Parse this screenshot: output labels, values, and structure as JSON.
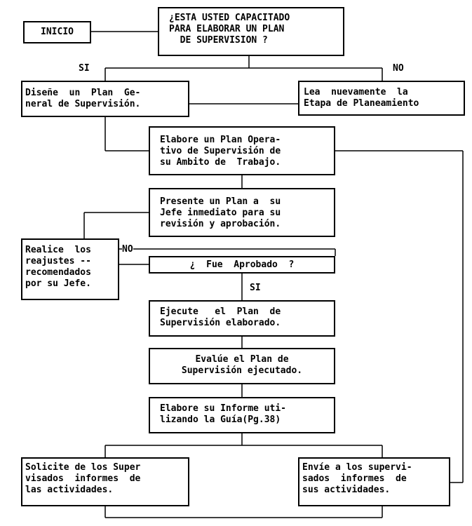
{
  "nodes": {
    "start": "INICIO",
    "question_trained": "¿ESTA USTED CAPACITADO\nPARA ELABORAR UN PLAN\n  DE SUPERVISION ?",
    "design_plan": "Diseñe  un  Plan  Ge-\nneral de Supervisión.",
    "reread": "Lea  nuevamente  la\nEtapa de Planeamiento",
    "operative_plan": "Elabore un Plan Opera-\ntivo de Supervisión de\nsu Ambito de  Trabajo.",
    "present_plan": "Presente un Plan a  su\nJefe inmediato para su\nrevisión y aprobación.",
    "readjust": "Realice  los\nreajustes --\nrecomendados\npor su Jefe.",
    "question_approved": "¿  Fue  Aprobado  ?",
    "execute_plan": "Ejecute   el  Plan  de\nSupervisión elaborado.",
    "evaluate_plan": "Evalúe el Plan de\nSupervisión ejecutado.",
    "report": "Elabore su Informe uti-\nlizando la Guía(Pg.38)",
    "request_reports": "Solicite de los Super\nvisados  informes  de\nlas actividades.",
    "send_reports": "Envíe a los supervi-\nsados  informes  de\nsus actividades."
  },
  "labels": {
    "si_top": "SI",
    "no_top": "NO",
    "no_mid": "NO",
    "si_mid": "SI"
  }
}
